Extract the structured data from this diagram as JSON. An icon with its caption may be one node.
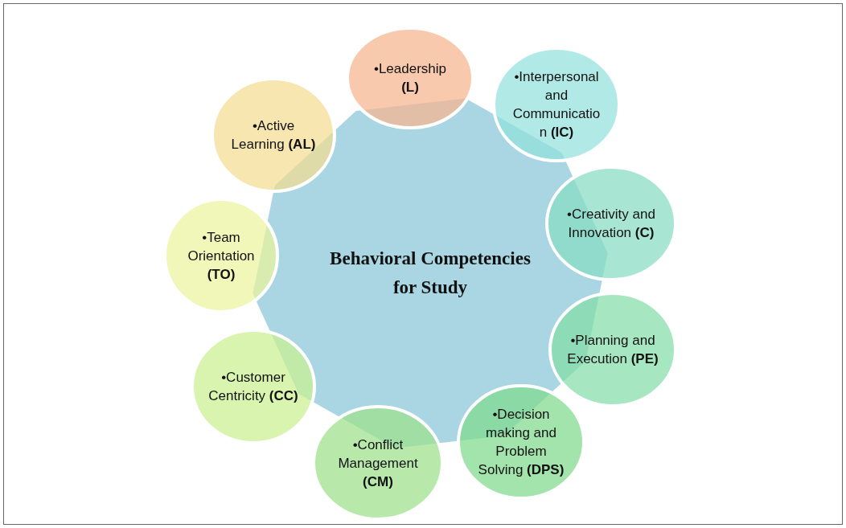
{
  "diagram": {
    "nodes": [
      {
        "text": [
          "Behavioral Competencies for Study"
        ]
      },
      {
        "text": [
          "•Leadership **(L)**"
        ]
      },
      {
        "text": [
          "•Interpersonal and Communication **(IC)**"
        ]
      },
      {
        "text": [
          "•Creativity and Innovation **(C)**"
        ]
      },
      {
        "text": [
          "•Planning and Execution **(PE)**"
        ]
      },
      {
        "text": [
          "•Decision making and Problem Solving **(DPS)**"
        ]
      },
      {
        "text": [
          "•Conflict Management **(CM)**"
        ]
      },
      {
        "text": [
          "•Customer Centricity **(CC)**"
        ]
      },
      {
        "text": [
          "•Team Orientation **(TO)**"
        ]
      },
      {
        "text": [
          "•Active Learning **(AL)**"
        ]
      }
    ],
    "edges": []
  }
}
